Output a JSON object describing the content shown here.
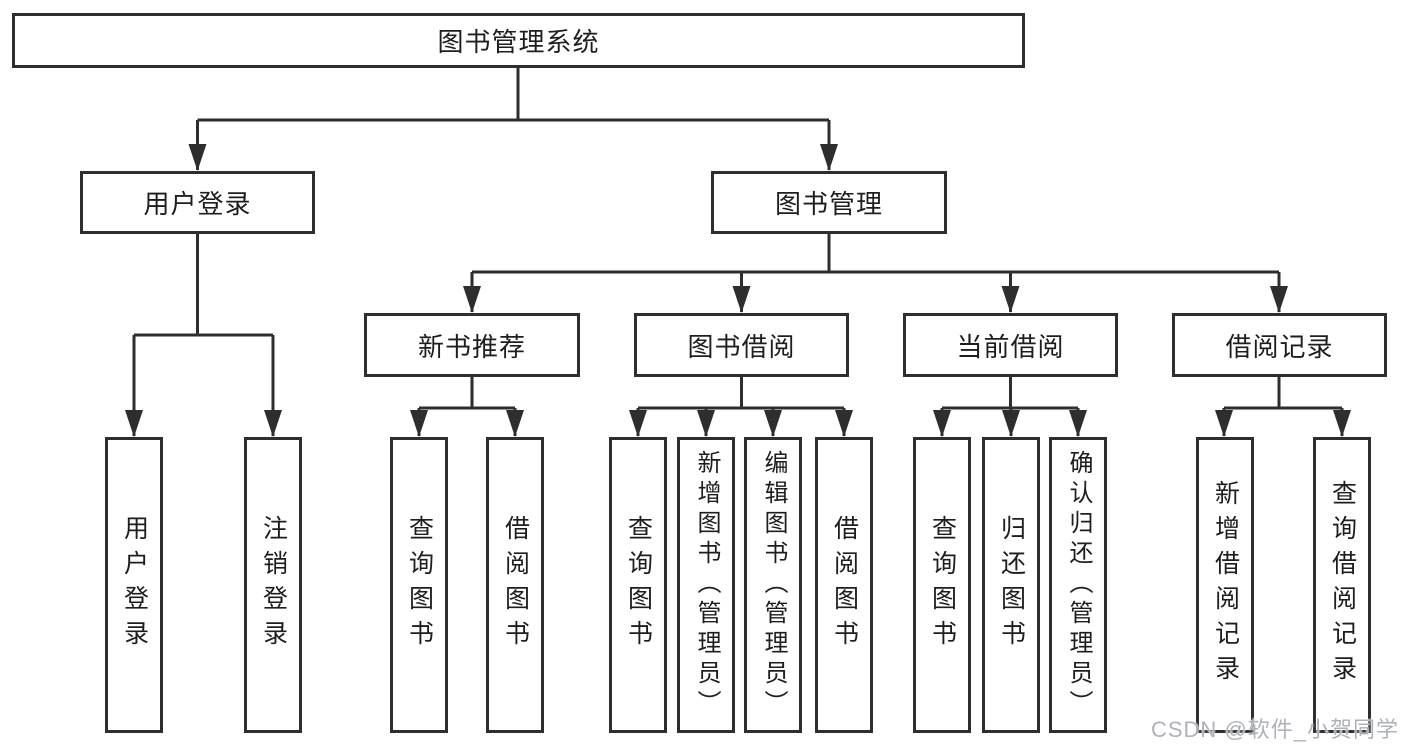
{
  "diagram_type": "hierarchy",
  "tree": {
    "label": "图书管理系统",
    "children": [
      {
        "label": "用户登录",
        "children": [
          {
            "label": "用户登录"
          },
          {
            "label": "注销登录"
          }
        ]
      },
      {
        "label": "图书管理",
        "children": [
          {
            "label": "新书推荐",
            "children": [
              {
                "label": "查询图书"
              },
              {
                "label": "借阅图书"
              }
            ]
          },
          {
            "label": "图书借阅",
            "children": [
              {
                "label": "查询图书"
              },
              {
                "label": "新增图书（管理员）"
              },
              {
                "label": "编辑图书（管理员）"
              },
              {
                "label": "借阅图书"
              }
            ]
          },
          {
            "label": "当前借阅",
            "children": [
              {
                "label": "查询图书"
              },
              {
                "label": "归还图书"
              },
              {
                "label": "确认归还（管理员）"
              }
            ]
          },
          {
            "label": "借阅记录",
            "children": [
              {
                "label": "新增借阅记录"
              },
              {
                "label": "查询借阅记录"
              }
            ]
          }
        ]
      }
    ]
  },
  "watermark": "CSDN @软件_小贺同学",
  "colors": {
    "line": "#2e2e2e",
    "text": "#1e1e1e",
    "watermark": "#aeb2b8"
  }
}
